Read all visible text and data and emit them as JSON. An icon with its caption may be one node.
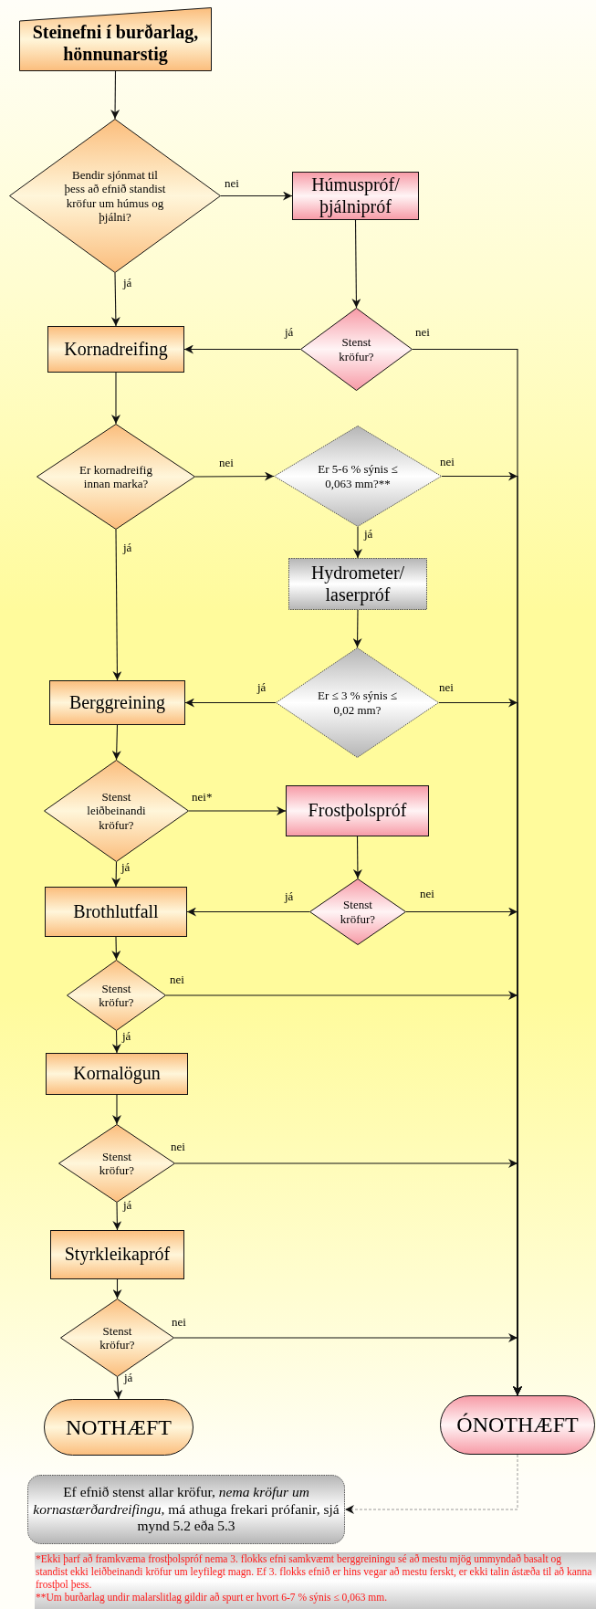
{
  "diagram": {
    "nodes": [
      {
        "text": [
          "Steinefni í burðarlag, hönnunarstig"
        ]
      },
      {
        "text": [
          "Bendir sjónmat til þess að efnið standist kröfur um húmus og þjálni?"
        ]
      },
      {
        "text": [
          "Húmuspróf/ þjálnipróf"
        ]
      },
      {
        "text": [
          "Stenst kröfur?"
        ]
      },
      {
        "text": [
          "Kornadreifing"
        ]
      },
      {
        "text": [
          "Er kornadreifig innan marka?"
        ]
      },
      {
        "text": [
          "Er 5-6 % sýnis ≤ 0,063 mm?**"
        ]
      },
      {
        "text": [
          "Hydrometer/ laserpróf"
        ]
      },
      {
        "text": [
          "Er ≤ 3 % sýnis ≤ 0,02 mm?"
        ]
      },
      {
        "text": [
          "Berggreining"
        ]
      },
      {
        "text": [
          "Stenst leiðbeinandi kröfur?"
        ]
      },
      {
        "text": [
          "Frostþolspróf"
        ]
      },
      {
        "text": [
          "Stenst kröfur?"
        ]
      },
      {
        "text": [
          "Brothlutfall"
        ]
      },
      {
        "text": [
          "Stenst kröfur?"
        ]
      },
      {
        "text": [
          "Kornalögun"
        ]
      },
      {
        "text": [
          "Stenst kröfur?"
        ]
      },
      {
        "text": [
          "Styrkleikapróf"
        ]
      },
      {
        "text": [
          "Stenst kröfur?"
        ]
      },
      {
        "text": [
          "NOTHÆFT"
        ]
      },
      {
        "text": [
          "ÓNOTHÆFT"
        ]
      },
      {
        "text": [
          "Ef efnið stenst allar kröfur, *nema kröfur um kornastærðardreifingu,* má athuga frekari prófanir, sjá mynd 5.2 eða 5.3"
        ]
      }
    ],
    "edges": [
      {
        "from": 0,
        "to": 1,
        "arrow": "to"
      },
      {
        "from": 1,
        "to": 2,
        "arrow": "to",
        "label": "nei"
      },
      {
        "from": 1,
        "to": 4,
        "arrow": "to",
        "label": "já"
      },
      {
        "from": 2,
        "to": 3,
        "arrow": "to"
      },
      {
        "from": 3,
        "to": 4,
        "arrow": "to",
        "label": "já"
      },
      {
        "from": 3,
        "to": 20,
        "arrow": "to",
        "label": "nei"
      },
      {
        "from": 4,
        "to": 5,
        "arrow": "to"
      },
      {
        "from": 5,
        "to": 6,
        "arrow": "to",
        "label": "nei"
      },
      {
        "from": 5,
        "to": 9,
        "arrow": "to",
        "label": "já"
      },
      {
        "from": 6,
        "to": 7,
        "arrow": "to",
        "label": "já"
      },
      {
        "from": 6,
        "to": 20,
        "arrow": "to",
        "label": "nei"
      },
      {
        "from": 7,
        "to": 8,
        "arrow": "to"
      },
      {
        "from": 8,
        "to": 9,
        "arrow": "to",
        "label": "já"
      },
      {
        "from": 8,
        "to": 20,
        "arrow": "to",
        "label": "nei"
      },
      {
        "from": 9,
        "to": 10,
        "arrow": "to"
      },
      {
        "from": 10,
        "to": 11,
        "arrow": "to",
        "label": "nei*"
      },
      {
        "from": 10,
        "to": 13,
        "arrow": "to",
        "label": "já"
      },
      {
        "from": 11,
        "to": 12,
        "arrow": "to"
      },
      {
        "from": 12,
        "to": 13,
        "arrow": "to",
        "label": "já"
      },
      {
        "from": 12,
        "to": 20,
        "arrow": "to",
        "label": "nei"
      },
      {
        "from": 13,
        "to": 14,
        "arrow": "to"
      },
      {
        "from": 14,
        "to": 15,
        "arrow": "to",
        "label": "já"
      },
      {
        "from": 14,
        "to": 20,
        "arrow": "to",
        "label": "nei"
      },
      {
        "from": 15,
        "to": 16,
        "arrow": "to"
      },
      {
        "from": 16,
        "to": 17,
        "arrow": "to",
        "label": "já"
      },
      {
        "from": 16,
        "to": 20,
        "arrow": "to",
        "label": "nei"
      },
      {
        "from": 17,
        "to": 18,
        "arrow": "to"
      },
      {
        "from": 18,
        "to": 19,
        "arrow": "to",
        "label": "já"
      },
      {
        "from": 18,
        "to": 20,
        "arrow": "to",
        "label": "nei"
      },
      {
        "from": 20,
        "to": 21,
        "arrow": "to",
        "style": "dashed",
        "color": "#808080"
      }
    ],
    "labels": [
      "*Ekki þarf að framkvæma frostþolspróf nema 3. flokks efni samkvæmt berggreiningu sé að mestu mjög ummyndað basalt og standist ekki leiðbeinandi kröfur um leyfilegt magn. Ef 3. flokks efnið er hins vegar að mestu ferskt, er ekki talin ástæða til að kanna frostþol þess.",
      "**Um burðarlag undir malarslitlag gildir að spurt er hvort 6-7 % sýnis ≤ 0,063 mm."
    ]
  }
}
